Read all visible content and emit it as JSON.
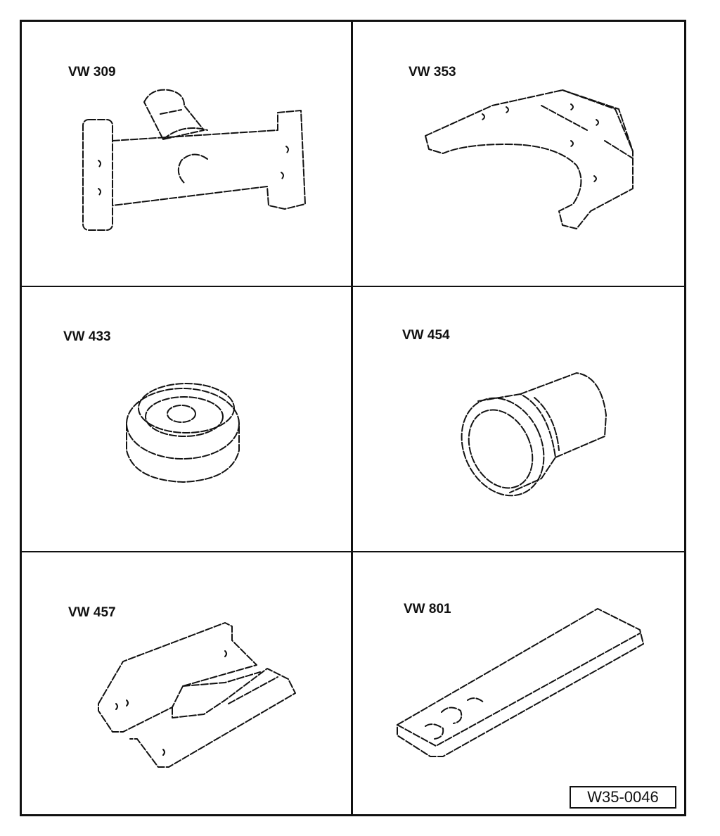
{
  "tools": [
    {
      "label": "VW 309",
      "icon": "mounting-bracket-icon"
    },
    {
      "label": "VW 353",
      "icon": "curved-support-plate-icon"
    },
    {
      "label": "VW 433",
      "icon": "ring-thrust-piece-icon"
    },
    {
      "label": "VW 454",
      "icon": "sleeve-drift-icon"
    },
    {
      "label": "VW 457",
      "icon": "support-bridge-icon"
    },
    {
      "label": "VW 801",
      "icon": "flat-bar-icon"
    }
  ],
  "figure_code": "W35-0046"
}
